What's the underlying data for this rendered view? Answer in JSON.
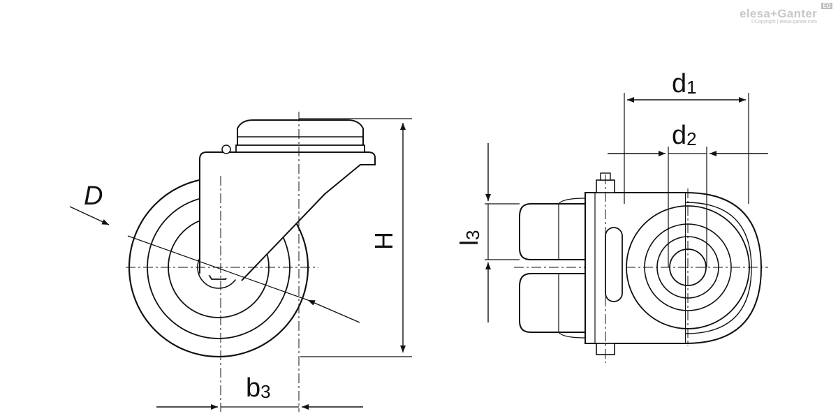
{
  "brand": {
    "name": "elesa+Ganter",
    "copyright": "©Copyright | elesa-ganter.com",
    "badge": "EG"
  },
  "dimensions": {
    "D": "D",
    "H": "H",
    "b3_main": "b",
    "b3_sub": "3",
    "d1_main": "d",
    "d1_sub": "1",
    "d2_main": "d",
    "d2_sub": "2",
    "l3_main": "l",
    "l3_sub": "3"
  }
}
